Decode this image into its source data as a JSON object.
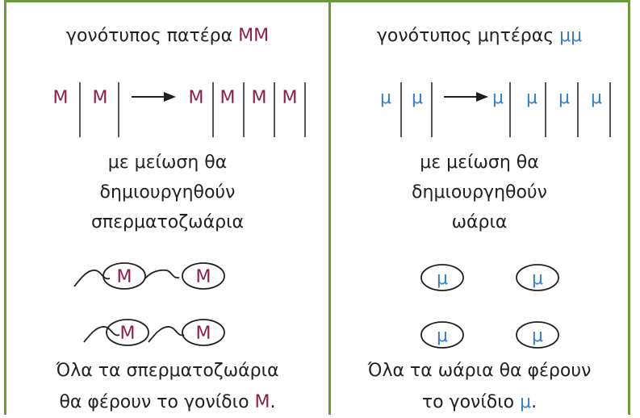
{
  "colors": {
    "border": "#6b9a3e",
    "father_allele": "#8c1d4a",
    "mother_allele": "#3a7fc1",
    "text": "#231f20"
  },
  "left": {
    "title_prefix": "γονότυπος πατέρα",
    "genotype": "ΜΜ",
    "parent_alleles": [
      "Μ",
      "Μ"
    ],
    "gamete_alleles": [
      "Μ",
      "Μ",
      "Μ",
      "Μ"
    ],
    "desc_lines": [
      "με μείωση θα",
      "δημιουργηθούν",
      "σπερματοζωάρια"
    ],
    "gametes": [
      "Μ",
      "Μ",
      "Μ",
      "Μ"
    ],
    "concl_line1": "Όλα τα σπερματοζωάρια",
    "concl_line2_prefix": "θα φέρουν το γονίδιο",
    "concl_allele": "Μ",
    "concl_suffix": "."
  },
  "right": {
    "title_prefix": "γονότυπος μητέρας",
    "genotype": "μμ",
    "parent_alleles": [
      "μ",
      "μ"
    ],
    "gamete_alleles": [
      "μ",
      "μ",
      "μ",
      "μ"
    ],
    "desc_lines": [
      "με μείωση θα",
      "δημιουργηθούν",
      "ωάρια"
    ],
    "gametes": [
      "μ",
      "μ",
      "μ",
      "μ"
    ],
    "concl_line1": "Όλα τα ωάρια θα φέρουν",
    "concl_line2_prefix": "το γονίδιο",
    "concl_allele": "μ",
    "concl_suffix": "."
  }
}
